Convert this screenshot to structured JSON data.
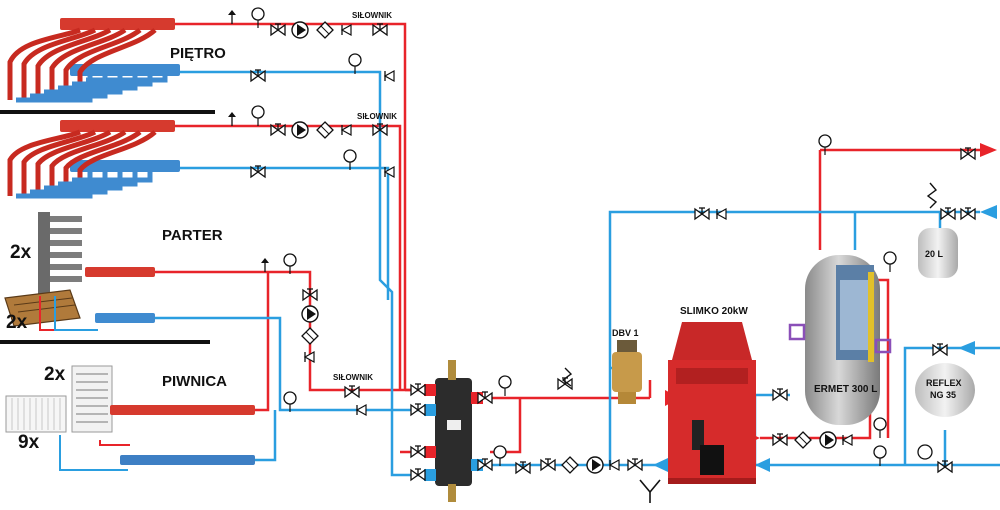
{
  "floors": {
    "pietro": "PIĘTRO",
    "parter": "PARTER",
    "piwnica": "PIWNICA"
  },
  "counts": {
    "radiator_towel_parter": "2x",
    "floor_heater_parter": "2x",
    "radiator_towel_piwnica": "2x",
    "panel_radiator_piwnica": "9x"
  },
  "actuators": {
    "pietro": "SIŁOWNIK",
    "zone2": "SIŁOWNIK",
    "parter": "SIŁOWNIK"
  },
  "devices": {
    "boiler": "SLIMKO 20kW",
    "dbv": "DBV 1",
    "tank": "ERMET 300 L",
    "expansion_small": "20 L",
    "reflex_line1": "REFLEX",
    "reflex_line2": "NG 35"
  },
  "colors": {
    "supply": "#e8242a",
    "return": "#2a9ee0",
    "manifold_blue": "#3d7fc4",
    "boiler_red": "#d62b2b"
  }
}
